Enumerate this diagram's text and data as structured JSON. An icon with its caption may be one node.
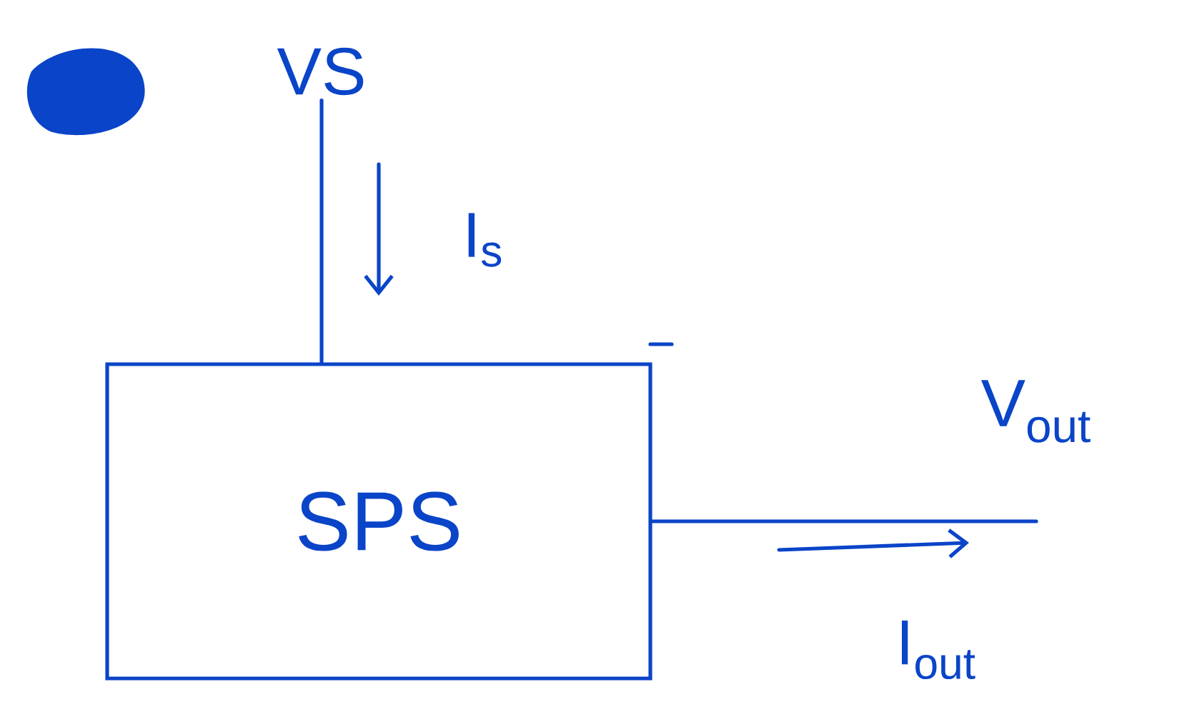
{
  "diagram": {
    "nodes": [
      {
        "text": [
          "SPS"
        ]
      },
      {
        "text": [
          "VS"
        ]
      },
      {
        "text": [
          "V$_{out}$"
        ]
      }
    ],
    "edges": [
      {
        "from": 1,
        "to": 0,
        "arrow": "none"
      },
      {
        "from": 0,
        "to": 2,
        "arrow": "none"
      }
    ],
    "labels": [
      "I$_{s}$",
      "I$_{out}$"
    ]
  }
}
